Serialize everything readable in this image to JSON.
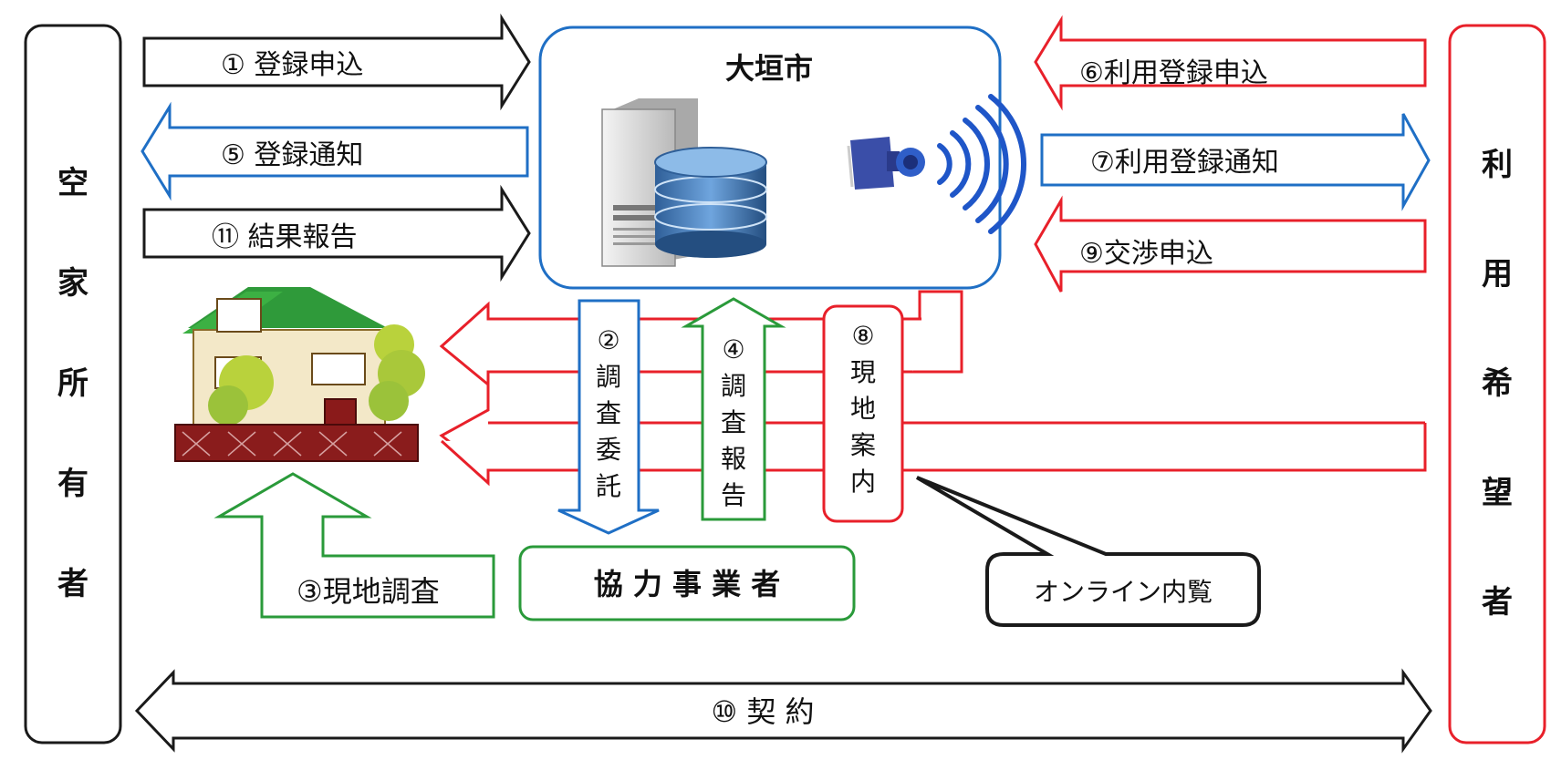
{
  "owner_label": [
    "空",
    "家",
    "所",
    "有",
    "者"
  ],
  "applicant_label": [
    "利",
    "用",
    "希",
    "望",
    "者"
  ],
  "city": {
    "title": "大垣市"
  },
  "arrows": {
    "a1": "① 登録申込",
    "a5": "⑤ 登録通知",
    "a11": "⑪ 結果報告",
    "a6": "⑥利用登録申込",
    "a7": "⑦利用登録通知",
    "a9": "⑨交渉申込",
    "a3": "③現地調査",
    "a10": "⑩ 契 約",
    "a2": [
      "②",
      "調",
      "査",
      "委",
      "託"
    ],
    "a4": [
      "④",
      "調",
      "査",
      "報",
      "告"
    ],
    "a8": [
      "⑧",
      "現",
      "地",
      "案",
      "内"
    ]
  },
  "partner": "協 力 事 業 者",
  "online": "オンライン内覧",
  "colors": {
    "black": "#1a1a1a",
    "blue": "#1f6fc5",
    "red": "#e8202a",
    "green": "#2a9a3a"
  },
  "icons": [
    "server-icon",
    "database-icon",
    "camera-icon",
    "wireless-signal-icon",
    "house-icon"
  ]
}
